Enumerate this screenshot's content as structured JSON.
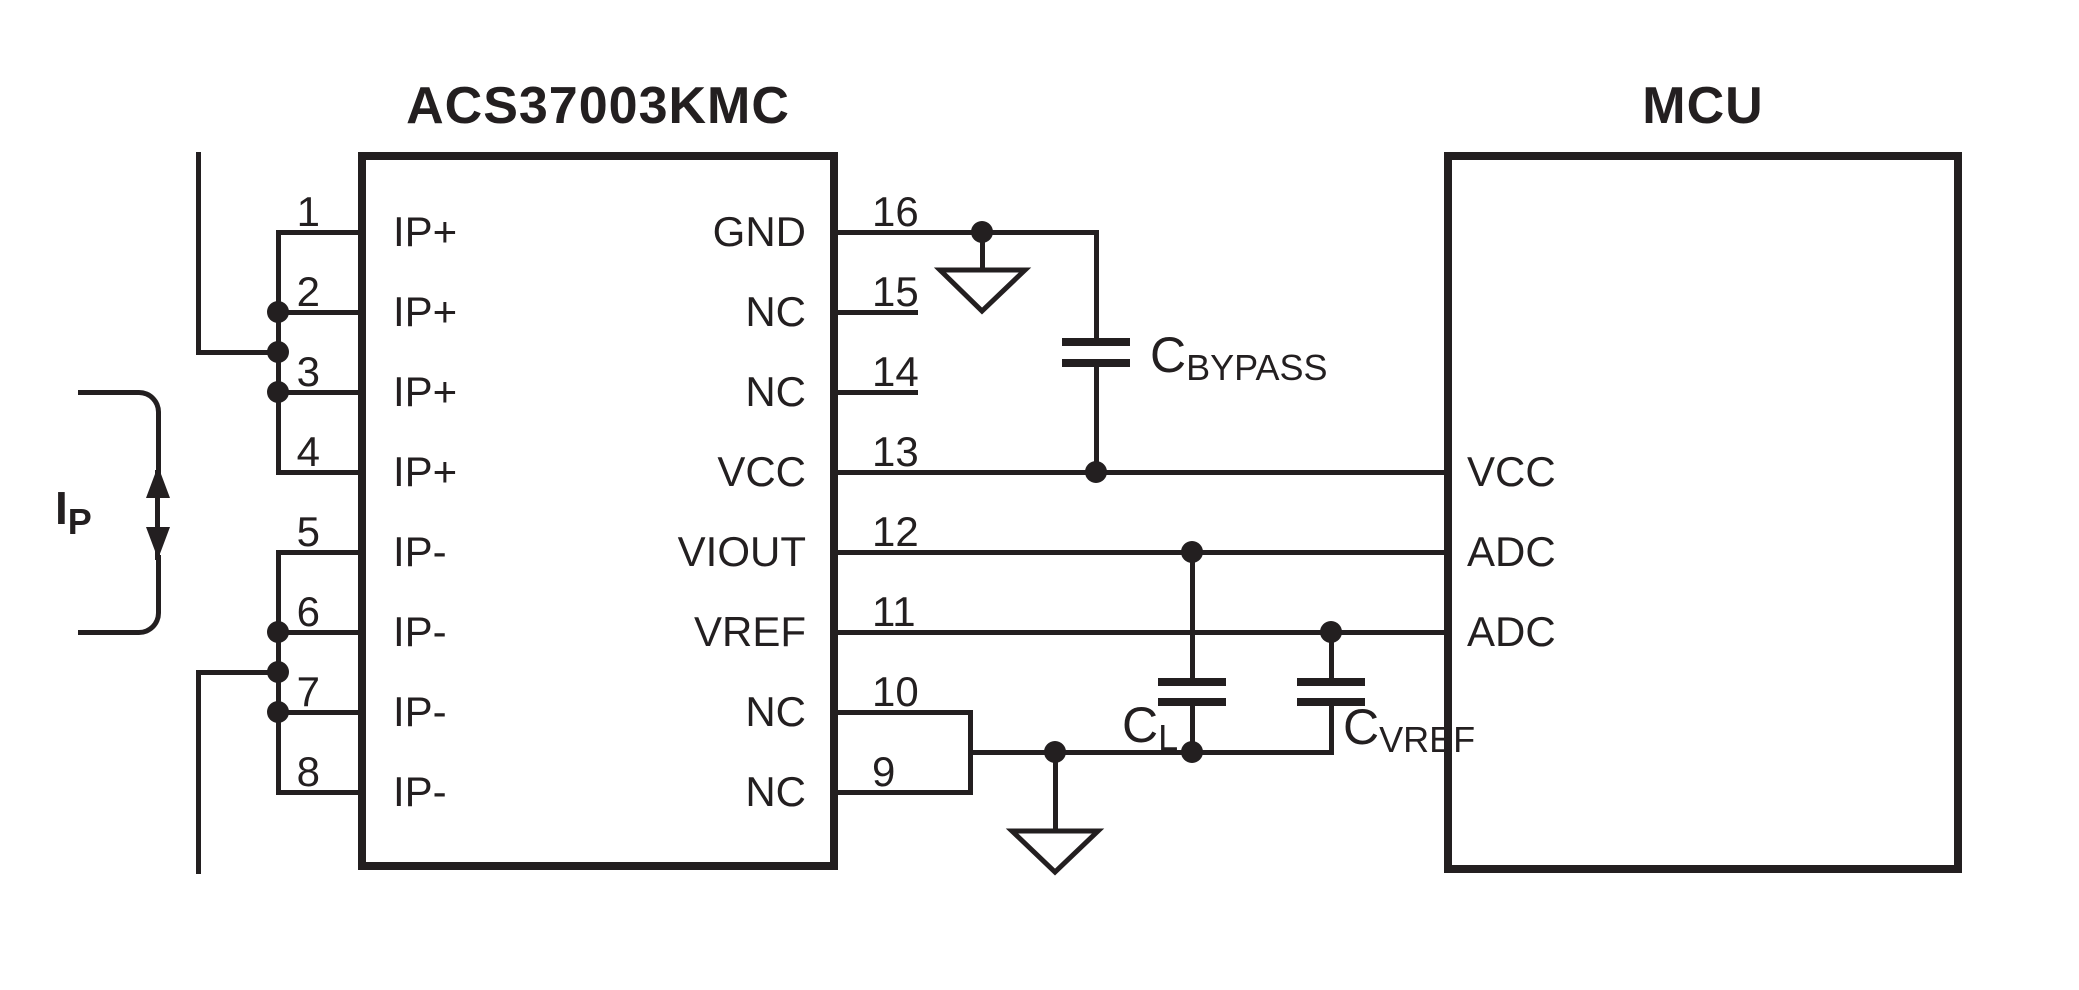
{
  "diagram": {
    "ic": {
      "title": "ACS37003KMC",
      "left_pins": [
        {
          "number": "1",
          "name": "IP+"
        },
        {
          "number": "2",
          "name": "IP+"
        },
        {
          "number": "3",
          "name": "IP+"
        },
        {
          "number": "4",
          "name": "IP+"
        },
        {
          "number": "5",
          "name": "IP-"
        },
        {
          "number": "6",
          "name": "IP-"
        },
        {
          "number": "7",
          "name": "IP-"
        },
        {
          "number": "8",
          "name": "IP-"
        }
      ],
      "right_pins": [
        {
          "number": "16",
          "name": "GND"
        },
        {
          "number": "15",
          "name": "NC"
        },
        {
          "number": "14",
          "name": "NC"
        },
        {
          "number": "13",
          "name": "VCC"
        },
        {
          "number": "12",
          "name": "VIOUT"
        },
        {
          "number": "11",
          "name": "VREF"
        },
        {
          "number": "10",
          "name": "NC"
        },
        {
          "number": "9",
          "name": "NC"
        }
      ]
    },
    "mcu": {
      "title": "MCU",
      "pins": [
        {
          "name": "VCC"
        },
        {
          "name": "ADC"
        },
        {
          "name": "ADC"
        }
      ]
    },
    "labels": {
      "ip_current": {
        "main": "I",
        "sub": "P"
      },
      "c_bypass": {
        "main": "C",
        "sub": "BYPASS"
      },
      "c_load": {
        "main": "C",
        "sub": "L"
      },
      "c_vref": {
        "main": "C",
        "sub": "VREF"
      }
    },
    "colors": {
      "line": "#231f20",
      "background": "#ffffff"
    }
  }
}
